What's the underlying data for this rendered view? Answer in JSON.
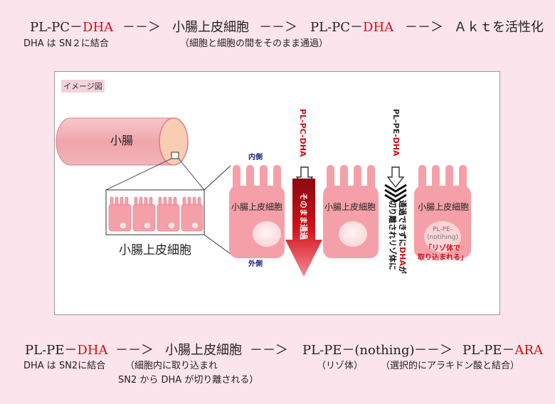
{
  "top_flow": {
    "step1_prefix": "PL-PC－",
    "step1_highlight": "DHA",
    "arrow": "－－＞",
    "step2": "小腸上皮細胞",
    "step3_prefix": "PL-PC－",
    "step3_highlight": "DHA",
    "step4": "Ａｋｔを活性化",
    "note_left": "DHA は SN２に結合",
    "note_mid": "（細胞と細胞の間をそのまま通過）"
  },
  "diagram": {
    "tag": "イメージ図",
    "intestine_label": "小腸",
    "epithelium_label": "小腸上皮細胞",
    "inner_side": "内側",
    "outer_side": "外側",
    "cell_label": "小腸上皮細胞",
    "pc_dha_prefix": "PL-PC-",
    "pc_dha_highlight": "DHA",
    "pass_through": "そのまま通過",
    "pe_dha_prefix": "PL-PE-",
    "pe_dha_highlight": "DHA",
    "cleave_line1_a": "通過できずに",
    "cleave_line1_hl": "DHA",
    "cleave_line1_b": "が",
    "cleave_line2": "切り離されリゾ体に",
    "nothing_line1": "PL-PE-",
    "nothing_line2": "(notihing)",
    "lyso_line1": "「リゾ体で",
    "lyso_line2": "取り込まれる」"
  },
  "bottom_flow": {
    "step1_prefix": "PL-PE－",
    "step1_highlight": "DHA",
    "arrow": "－－＞",
    "step2": "小腸上皮細胞",
    "step3": "PL-PE－(nothing)",
    "step4_prefix": "PL-PE－",
    "step4_highlight": "ARA",
    "note_left": "DHA は SN2に結合",
    "note_mid1": "（細胞内に取り込まれ",
    "note_mid2": "SN2 から DHA が切り離される）",
    "note_lyso": "（リゾ体）",
    "note_right": "（選択的にアラキドン酸と結合）"
  },
  "colors": {
    "background": "#fbe4ec",
    "cell": "#f5a0a8",
    "accent_red": "#d0101a",
    "navy": "#1a237e"
  }
}
